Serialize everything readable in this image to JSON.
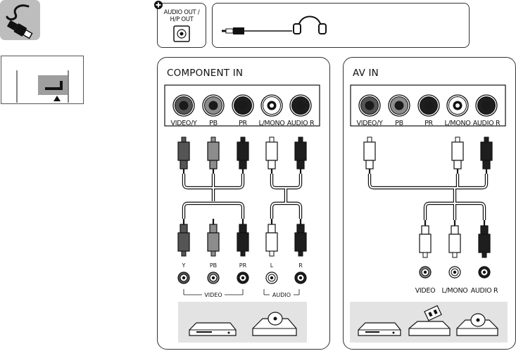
{
  "top_bar": {
    "audio_out_label_line1": "AUDIO OUT /",
    "audio_out_label_line2": "H/P OUT"
  },
  "component_panel": {
    "title": "COMPONENT IN",
    "tv_jack_labels": [
      "VIDEO/Y",
      "PB",
      "PR",
      "L/MONO",
      "AUDIO R"
    ],
    "device_jack_labels": [
      "Y",
      "PB",
      "PR",
      "L",
      "R"
    ],
    "group_video_label": "VIDEO",
    "group_audio_label": "AUDIO"
  },
  "av_panel": {
    "title": "AV IN",
    "tv_jack_labels": [
      "VIDEO/Y",
      "PB",
      "PR",
      "L/MONO",
      "AUDIO R"
    ],
    "device_jack_labels": [
      "VIDEO",
      "L/MONO",
      "AUDIO R"
    ]
  },
  "colors": {
    "green_plug": "#555555",
    "blue_plug": "#8c8c8c",
    "red_plug": "#1e1e1e",
    "white_plug": "#ffffff",
    "device_area_bg": "#e3e3e3",
    "icon_tile_bg": "#bdbdbd"
  },
  "icons": [
    "cable-icon",
    "headphone-icon",
    "optical-jack-icon",
    "plus-icon",
    "tv-side-panel-icon",
    "dvd-player-icon",
    "disc-player-icon",
    "vcr-icon"
  ]
}
